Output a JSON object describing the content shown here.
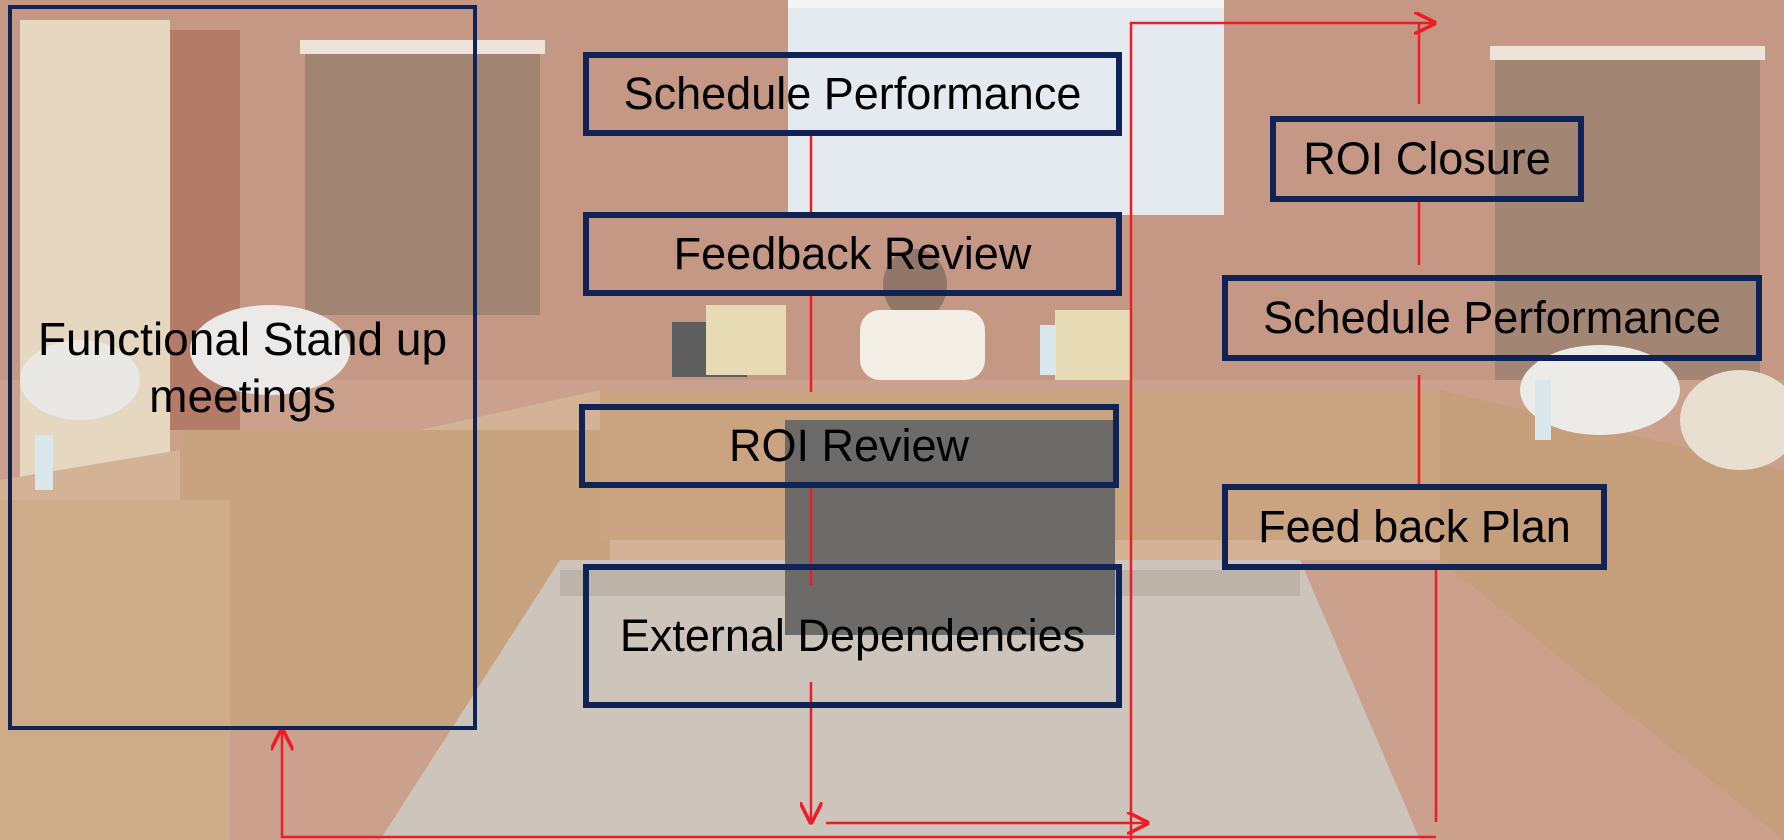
{
  "diagram": {
    "boxes": {
      "functional_standup": "Functional Stand up meetings",
      "schedule_performance_left": "Schedule Performance",
      "feedback_review": "Feedback Review",
      "roi_review": "ROI Review",
      "external_dependencies": "External Dependencies",
      "roi_closure": "ROI Closure",
      "schedule_performance_right": "Schedule Performance",
      "feed_back_plan": "Feed back Plan"
    },
    "colors": {
      "box_border": "#0f2357",
      "arrow": "#ee1c24",
      "text": "#000000"
    }
  }
}
